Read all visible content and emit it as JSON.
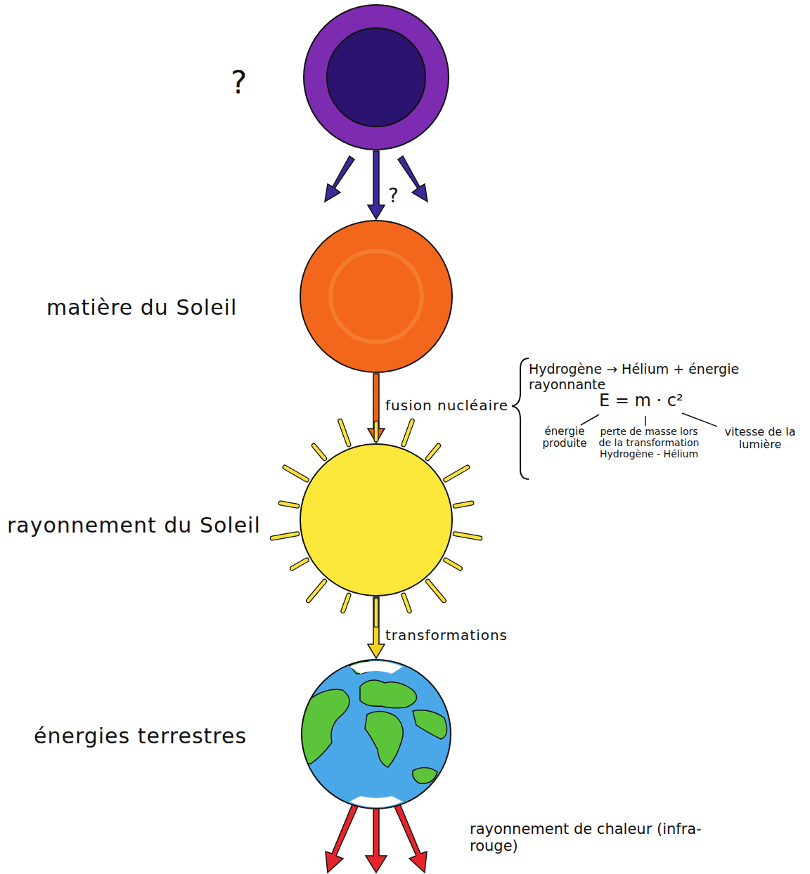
{
  "diagram": {
    "nodes": [
      {
        "text": [
          "?"
        ]
      },
      {
        "text": [
          "matière du Soleil"
        ]
      },
      {
        "text": [
          "rayonnement du Soleil"
        ]
      },
      {
        "text": [
          "énergies terrestres"
        ]
      }
    ],
    "edges": [
      {
        "from": 0,
        "to": 1,
        "arrow": "to",
        "label": "?"
      },
      {
        "from": 1,
        "to": 2,
        "arrow": "to",
        "label": "fusion nucléaire"
      },
      {
        "from": 2,
        "to": 3,
        "arrow": "to",
        "label": "transformations"
      }
    ],
    "labels": [
      "Hydrogène → Hélium + énergie rayonnante",
      "E = m · c²",
      "énergie produite",
      "perte de masse lors de la transformation Hydrogène - Hélium",
      "vitesse de la lumière",
      "rayonnement de chaleur (infra-rouge)"
    ]
  }
}
